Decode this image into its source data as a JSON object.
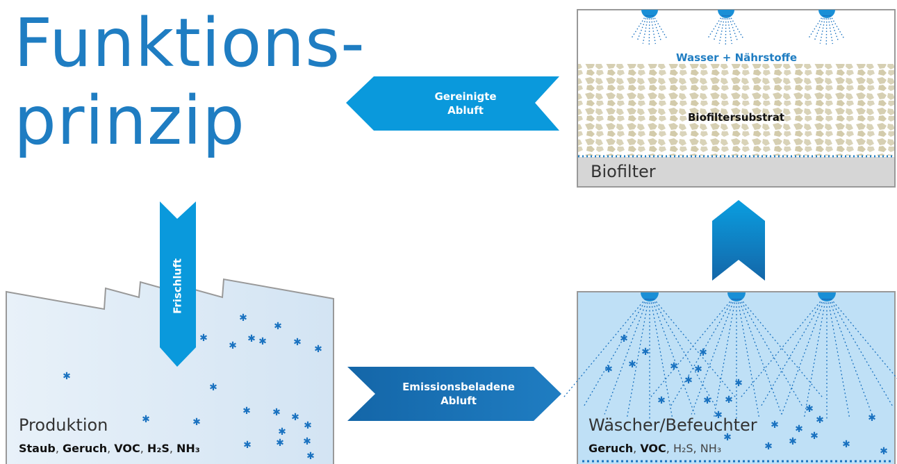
{
  "title": {
    "line1": "Funktions-",
    "line2": "prinzip"
  },
  "arrows": {
    "cleaned_air": {
      "line1": "Gereinigte",
      "line2": "Abluft"
    },
    "emission_air": {
      "line1": "Emissionsbeladene",
      "line2": "Abluft"
    },
    "fresh_air": "Frischluft"
  },
  "biofilter": {
    "label": "Biofilter",
    "water_label": "Wasser + Nährstoffe",
    "substrate_label": "Biofiltersubstrat"
  },
  "production": {
    "label": "Produktion",
    "emissions": [
      {
        "text": "Staub",
        "bold": true
      },
      {
        "text": "Geruch",
        "bold": true
      },
      {
        "text": "VOC",
        "bold": true
      },
      {
        "text": "H₂S",
        "bold": true
      },
      {
        "text": "NH₃",
        "bold": true
      }
    ]
  },
  "scrubber": {
    "label": "Wäscher/Befeuchter",
    "emissions": [
      {
        "text": "Geruch",
        "bold": true
      },
      {
        "text": "VOC",
        "bold": true
      },
      {
        "text": "H₂S",
        "bold": false
      },
      {
        "text": "NH₃",
        "bold": false
      }
    ]
  },
  "colors": {
    "accent": "#1f7dc2",
    "arrow_light": "#0a99dc",
    "arrow_dark": "#1466a8",
    "substrate": "#d8d2b6",
    "factory_fill": "#dce9f5",
    "scrubber_fill": "#bfe0f6",
    "particle": "#1a72c0"
  }
}
